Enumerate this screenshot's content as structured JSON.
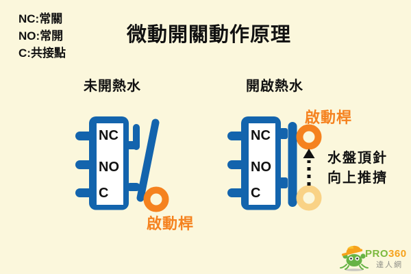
{
  "title": "微動開關動作原理",
  "legend": {
    "lines": [
      "NC:常關",
      "NO:常開",
      "C:共接點"
    ]
  },
  "diagram_left": {
    "header": "未開熱水",
    "terminals": [
      "NC",
      "NO",
      "C"
    ],
    "lever_label": "啟動桿",
    "lever_state": "released-tilted"
  },
  "diagram_right": {
    "header": "開啟熱水",
    "terminals": [
      "NC",
      "NO",
      "C"
    ],
    "lever_label": "啟動桿",
    "push_lines": [
      "水盤頂針",
      "向上推擠"
    ],
    "lever_state": "pressed-vertical"
  },
  "logo": {
    "brand_pro": "PRO",
    "brand_360": "360",
    "subtitle": "達人網"
  },
  "colors": {
    "background": "#FBF7DC",
    "switch_blue": "#1364AD",
    "accent_orange": "#F5821F",
    "pale_orange": "#F9D286",
    "text_black": "#111111",
    "logo_green": "#7CB93E",
    "logo_orange": "#F6A21C",
    "logo_gray": "#8F8F88"
  }
}
